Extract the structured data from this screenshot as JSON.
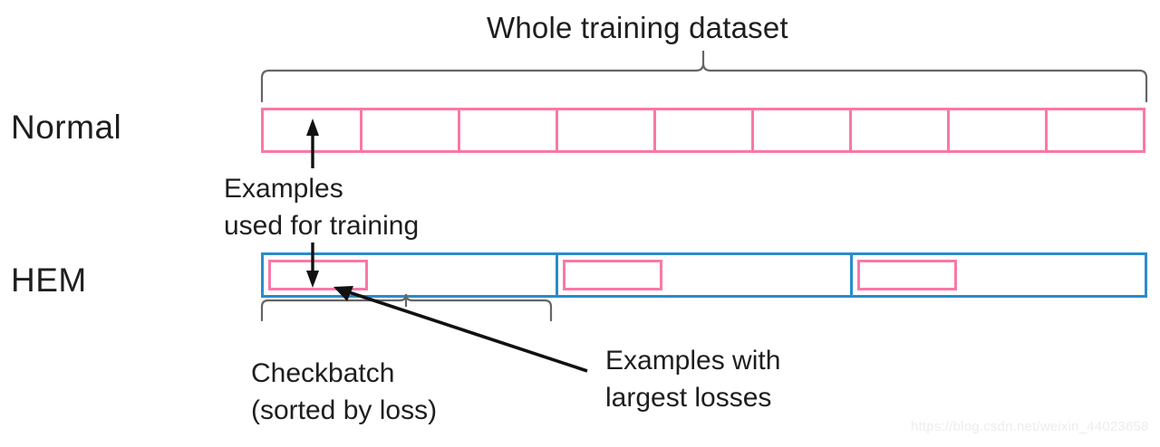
{
  "figure": {
    "title": "Whole training dataset",
    "watermark": "https://blog.csdn.net/weixin_44023658",
    "colors": {
      "pink": "#fa78a6",
      "blue": "#2b8ccb",
      "ink": "#1e1e1e",
      "brace": "#555555",
      "background": "#ffffff",
      "watermark": "#ededed"
    }
  },
  "rows": [
    {
      "label": "Normal",
      "kind": "normal",
      "cell_count": 9,
      "cell_color": "#fa78a6"
    },
    {
      "label": "HEM",
      "kind": "hem",
      "batch_count": 3,
      "batch_color": "#2b8ccb",
      "inner_color": "#fa78a6",
      "inner_per_batch": 1
    }
  ],
  "annotations": {
    "top_brace_label": "Whole training dataset",
    "examples_used": {
      "line1": "Examples",
      "line2": "used for training"
    },
    "checkbatch": {
      "line1": "Checkbatch",
      "line2": "(sorted by loss)"
    },
    "largest_losses": {
      "line1": "Examples with",
      "line2": "largest losses"
    }
  }
}
